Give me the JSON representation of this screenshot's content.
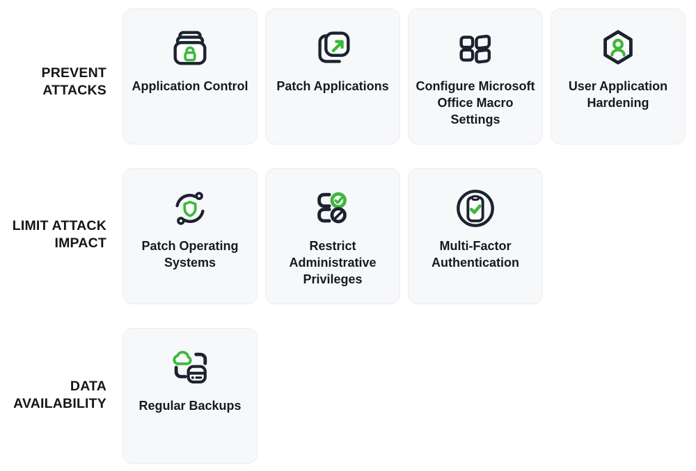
{
  "page": {
    "background": "#ffffff",
    "description": "Essential Eight mitigation strategies grouped by objective"
  },
  "colors": {
    "accent_green": "#3cb83c",
    "icon_dark": "#1b2330",
    "card_background": "#f7f8f9",
    "card_border": "#ececef",
    "title_text": "#17191d",
    "label_text": "#131518"
  },
  "rows": [
    {
      "label": "PREVENT ATTACKS",
      "cards": [
        {
          "title": "Application Control",
          "icon": "lock-stack-icon"
        },
        {
          "title": "Patch Applications",
          "icon": "arrow-up-right-square-icon"
        },
        {
          "title": "Configure Microsoft Office Macro Settings",
          "icon": "windows-grid-icon"
        },
        {
          "title": "User Application Hardening",
          "icon": "user-hexagon-icon"
        }
      ]
    },
    {
      "label": "LIMIT ATTACK IMPACT",
      "cards": [
        {
          "title": "Patch Operating Systems",
          "icon": "shield-sync-icon"
        },
        {
          "title": "Restrict Administrative Privileges",
          "icon": "permissions-check-block-icon"
        },
        {
          "title": "Multi-Factor Authentication",
          "icon": "device-check-circle-icon"
        }
      ]
    },
    {
      "label": "DATA AVAILABILITY",
      "cards": [
        {
          "title": "Regular Backups",
          "icon": "cloud-backup-drive-icon"
        }
      ]
    }
  ]
}
